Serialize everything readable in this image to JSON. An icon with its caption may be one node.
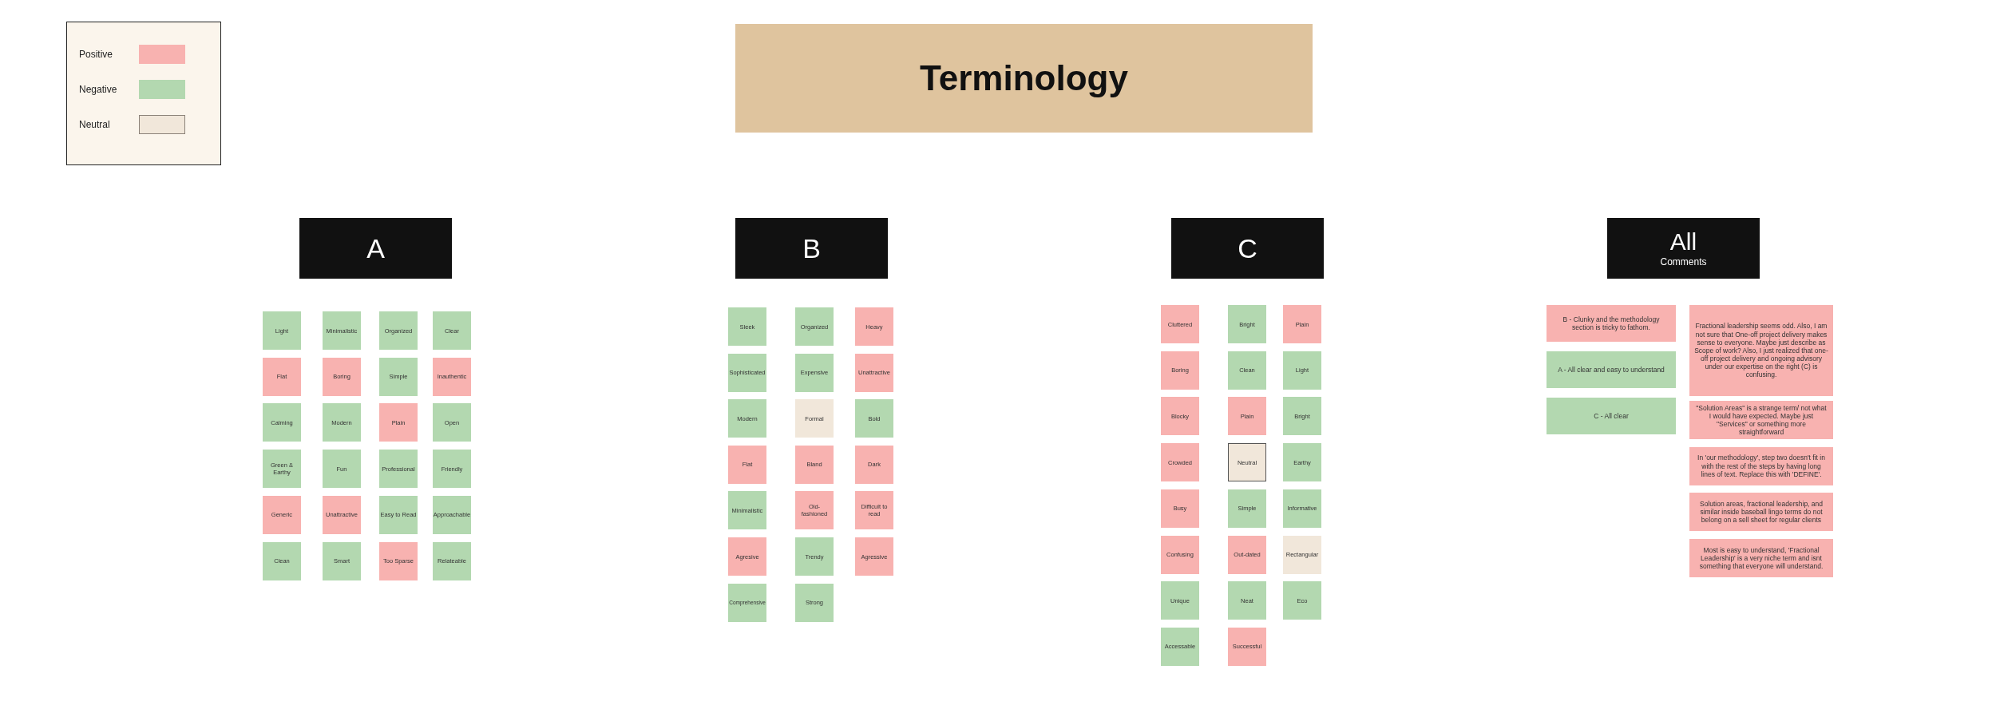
{
  "diagram": {
    "title": "Terminology",
    "nodes": [
      {
        "text": [
          "A"
        ]
      },
      {
        "text": [
          "Light"
        ]
      },
      {
        "text": [
          "Minimalistic"
        ]
      },
      {
        "text": [
          "Organized"
        ]
      },
      {
        "text": [
          "Clear"
        ]
      },
      {
        "text": [
          "Flat"
        ]
      },
      {
        "text": [
          "Boring"
        ]
      },
      {
        "text": [
          "Simple"
        ]
      },
      {
        "text": [
          "Inauthentic"
        ]
      },
      {
        "text": [
          "Calming"
        ]
      },
      {
        "text": [
          "Modern"
        ]
      },
      {
        "text": [
          "Plain"
        ]
      },
      {
        "text": [
          "Open"
        ]
      },
      {
        "text": [
          "Green & Earthy"
        ]
      },
      {
        "text": [
          "Fun"
        ]
      },
      {
        "text": [
          "Professional"
        ]
      },
      {
        "text": [
          "Friendly"
        ]
      },
      {
        "text": [
          "Generic"
        ]
      },
      {
        "text": [
          "Unattractive"
        ]
      },
      {
        "text": [
          "Easy to Read"
        ]
      },
      {
        "text": [
          "Approachable"
        ]
      },
      {
        "text": [
          "Clean"
        ]
      },
      {
        "text": [
          "Smart"
        ]
      },
      {
        "text": [
          "Too Sparse"
        ]
      },
      {
        "text": [
          "Relateable"
        ]
      },
      {
        "text": [
          "B"
        ]
      },
      {
        "text": [
          "Sleek"
        ]
      },
      {
        "text": [
          "Organized"
        ]
      },
      {
        "text": [
          "Heavy"
        ]
      },
      {
        "text": [
          "Sophisticated"
        ]
      },
      {
        "text": [
          "Expensive"
        ]
      },
      {
        "text": [
          "Unattractive"
        ]
      },
      {
        "text": [
          "Modern"
        ]
      },
      {
        "text": [
          "Formal"
        ]
      },
      {
        "text": [
          "Bold"
        ]
      },
      {
        "text": [
          "Flat"
        ]
      },
      {
        "text": [
          "Bland"
        ]
      },
      {
        "text": [
          "Dark"
        ]
      },
      {
        "text": [
          "Minimalistic"
        ]
      },
      {
        "text": [
          "Old-fashioned"
        ]
      },
      {
        "text": [
          "Difficult to read"
        ]
      },
      {
        "text": [
          "Agresive"
        ]
      },
      {
        "text": [
          "Trendy"
        ]
      },
      {
        "text": [
          "Agressive"
        ]
      },
      {
        "text": [
          "Comprehensive"
        ]
      },
      {
        "text": [
          "Strong"
        ]
      },
      {
        "text": [
          "C"
        ]
      },
      {
        "text": [
          "Cluttered"
        ]
      },
      {
        "text": [
          "Bright"
        ]
      },
      {
        "text": [
          "Plain"
        ]
      },
      {
        "text": [
          "Boring"
        ]
      },
      {
        "text": [
          "Clean"
        ]
      },
      {
        "text": [
          "Light"
        ]
      },
      {
        "text": [
          "Blocky"
        ]
      },
      {
        "text": [
          "Plain"
        ]
      },
      {
        "text": [
          "Bright"
        ]
      },
      {
        "text": [
          "Crowded"
        ]
      },
      {
        "text": [
          "Neutral"
        ]
      },
      {
        "text": [
          "Earthy"
        ]
      },
      {
        "text": [
          "Busy"
        ]
      },
      {
        "text": [
          "Simple"
        ]
      },
      {
        "text": [
          "Informative"
        ]
      },
      {
        "text": [
          "Confusing"
        ]
      },
      {
        "text": [
          "Out-dated"
        ]
      },
      {
        "text": [
          "Rectangular"
        ]
      },
      {
        "text": [
          "Unique"
        ]
      },
      {
        "text": [
          "Neat"
        ]
      },
      {
        "text": [
          "Eco"
        ]
      },
      {
        "text": [
          "Accessable"
        ]
      },
      {
        "text": [
          "Successful"
        ]
      },
      {
        "text": [
          "All",
          "Comments"
        ]
      },
      {
        "text": [
          "B - Clunky and the methodology section is tricky to fathom."
        ]
      },
      {
        "text": [
          "A - All clear and easy to understand"
        ]
      },
      {
        "text": [
          "C - All clear"
        ]
      },
      {
        "text": [
          "Fractional leadership seems odd. Also, I am not sure that One-off project delivery makes sense to everyone. Maybe just describe as Scope of work? Also, I just realized that one-off project delivery and ongoing advisory under our expertise on the right (C) is confusing."
        ]
      },
      {
        "text": [
          "\"Solution Areas\" is a strange term/ not what I would have expected. Maybe just \"Services\" or something more straightforward"
        ]
      },
      {
        "text": [
          "In 'our methodology', step two doesn't fit in with the rest of the steps by having long lines of text. Replace this with 'DEFINE'."
        ]
      },
      {
        "text": [
          "Solution areas, fractional leadership, and similar inside baseball lingo terms do not belong on a sell sheet for regular clients"
        ]
      },
      {
        "text": [
          "Most is easy to understand, 'Fractional Leadership' is a very niche term and isnt something that everyone will understand."
        ]
      }
    ],
    "legend": [
      {
        "text": "Positive",
        "color": "#f8b2b0"
      },
      {
        "text": "Negative",
        "color": "#b3d8b0"
      },
      {
        "text": "Neutral",
        "color": "#f1e7da"
      }
    ]
  }
}
